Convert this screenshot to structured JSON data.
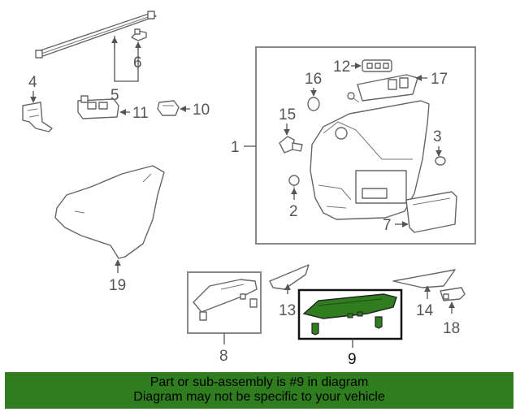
{
  "callouts": {
    "c1": "1",
    "c2": "2",
    "c3": "3",
    "c4": "4",
    "c5": "5",
    "c6": "6",
    "c7": "7",
    "c8": "8",
    "c9": "9",
    "c10": "10",
    "c11": "11",
    "c12": "12",
    "c13": "13",
    "c14": "14",
    "c15": "15",
    "c16": "16",
    "c17": "17",
    "c18": "18",
    "c19": "19"
  },
  "highlight_color": "#2f7d1e",
  "banner": {
    "line1": "Part or sub-assembly is #9 in diagram",
    "line2": "Diagram may not be specific to your vehicle"
  }
}
